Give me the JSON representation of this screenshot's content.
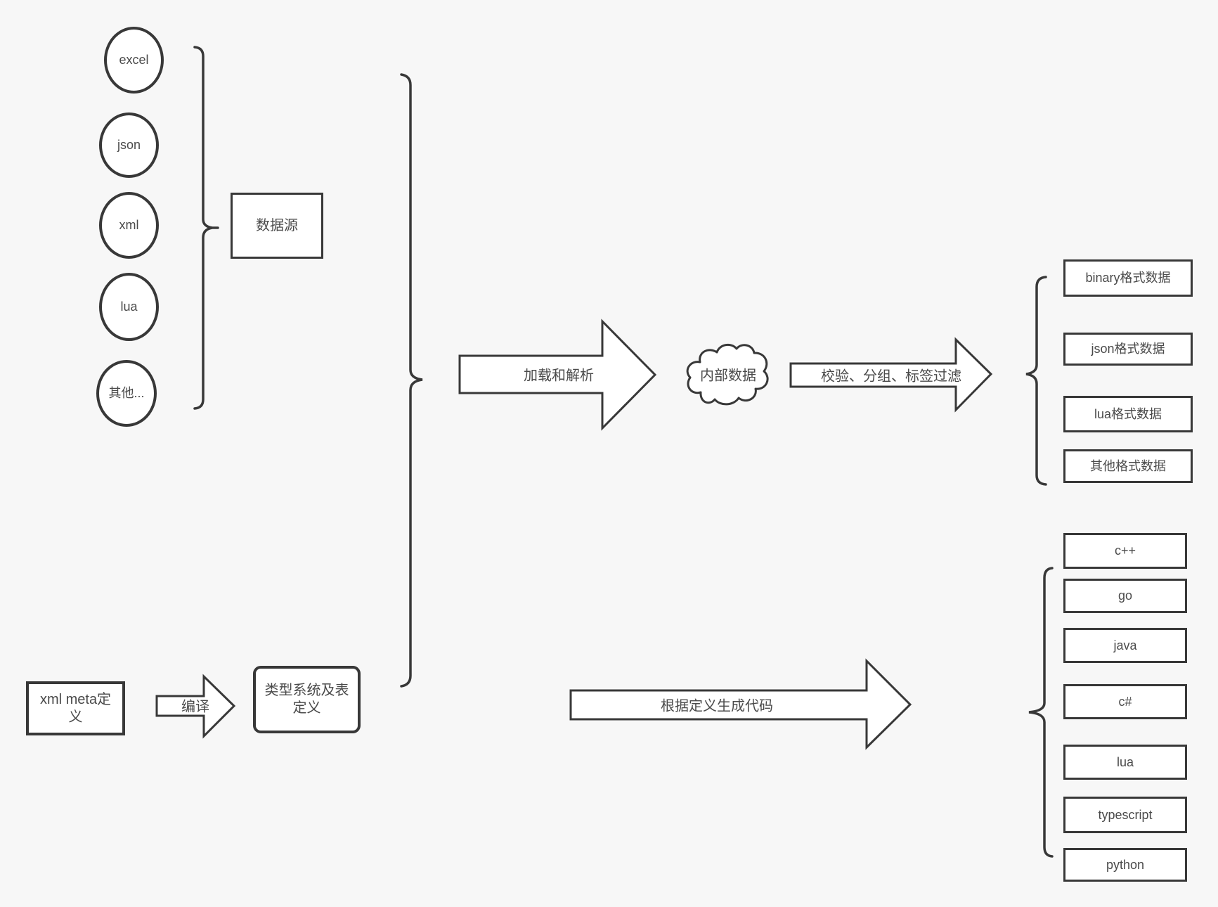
{
  "diagram": {
    "background": "#f7f7f7",
    "stroke_color": "#383838",
    "text_color": "#4a4a4a",
    "data_sources": {
      "nodes": [
        "excel",
        "json",
        "xml",
        "lua",
        "其他..."
      ],
      "group_label": "数据源"
    },
    "definition_flow": {
      "meta_box_label": "xml meta定义",
      "compile_label": "编译",
      "type_system_box_label": "类型系统及表定义"
    },
    "process": {
      "load_parse_label": "加载和解析",
      "internal_data_label": "内部数据",
      "filter_label": "校验、分组、标签过滤",
      "generate_code_label": "根据定义生成代码"
    },
    "output_formats": [
      "binary格式数据",
      "json格式数据",
      "lua格式数据",
      "其他格式数据"
    ],
    "output_languages": [
      "c++",
      "go",
      "java",
      "c#",
      "lua",
      "typescript",
      "python"
    ]
  }
}
